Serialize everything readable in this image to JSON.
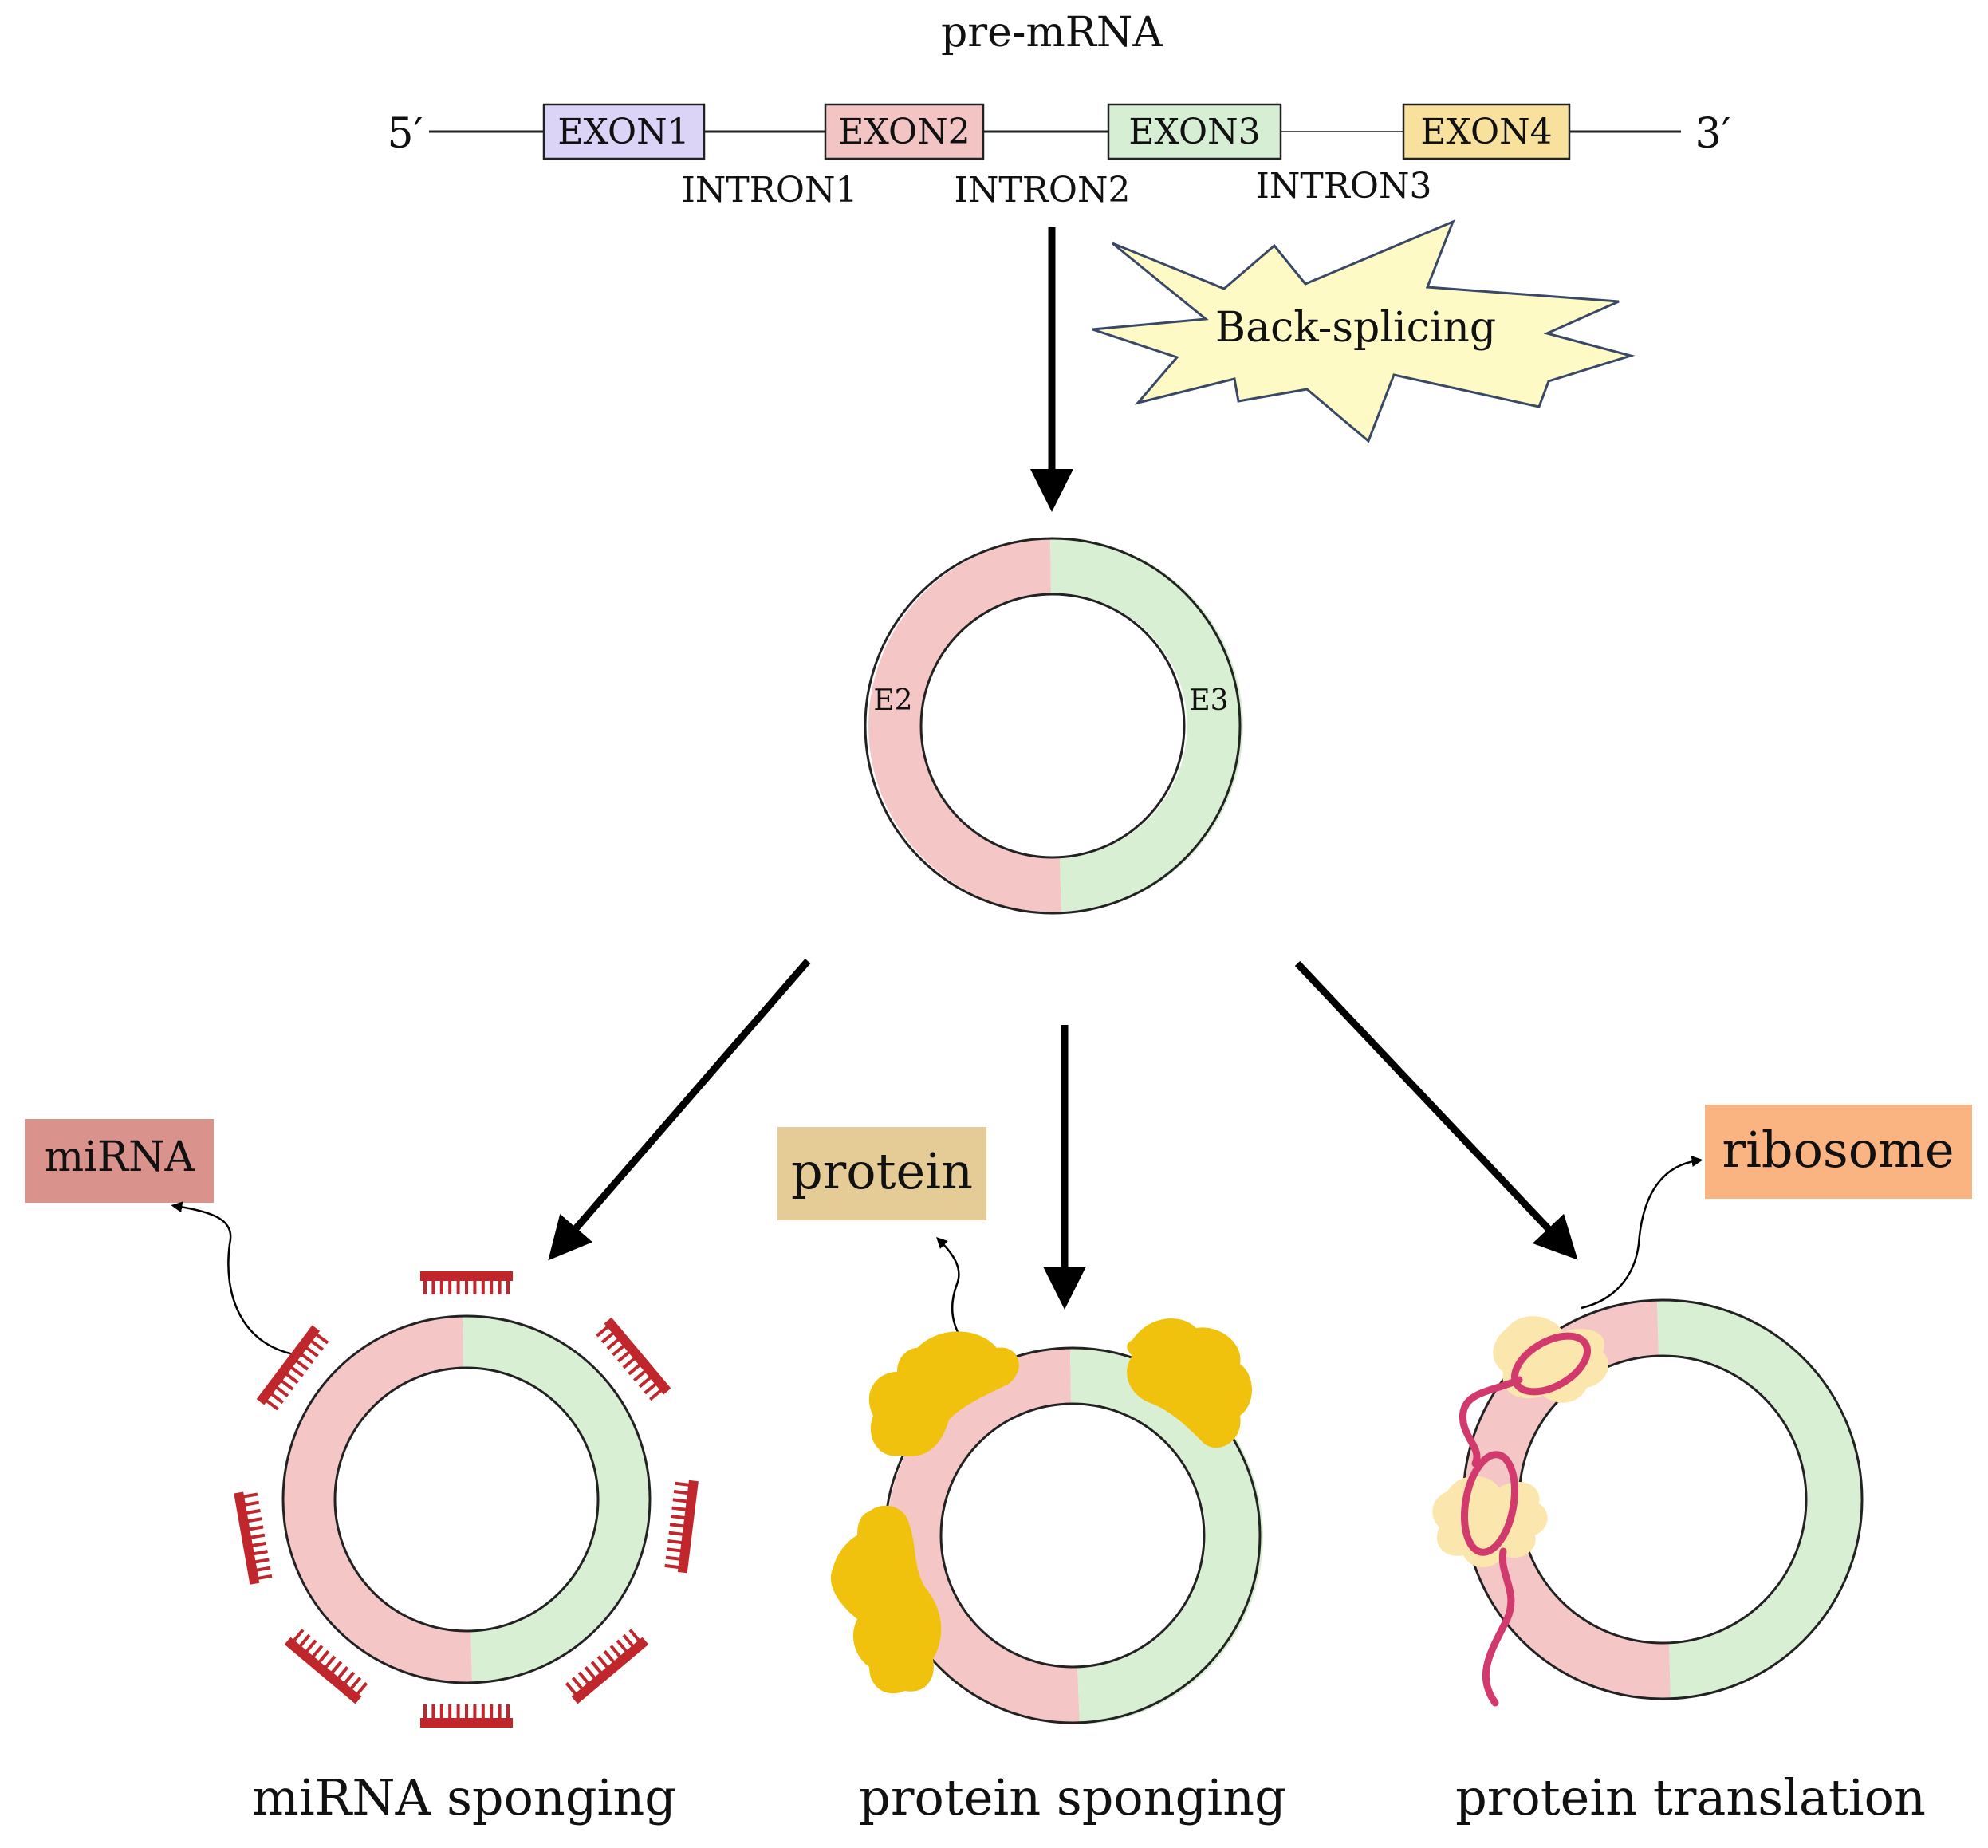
{
  "pre_mrna": {
    "title": "pre-mRNA",
    "five_prime": "5′",
    "three_prime": "3′",
    "exons": [
      {
        "label": "EXON1",
        "color": "#dcd4f7"
      },
      {
        "label": "EXON2",
        "color": "#f2c4c4"
      },
      {
        "label": "EXON3",
        "color": "#d6efd4"
      },
      {
        "label": "EXON4",
        "color": "#f8e19c"
      }
    ],
    "introns": [
      "INTRON1",
      "INTRON2",
      "INTRON3"
    ]
  },
  "process_label": "Back-splicing",
  "circrna": {
    "left_label": "E2",
    "right_label": "E3",
    "left_color": "#f4c6c6",
    "right_color": "#d8efd3"
  },
  "functions": {
    "mirna_sponging": {
      "caption": "miRNA sponging",
      "tag": "miRNA",
      "tag_color": "#d9938c",
      "mirna_color": "#c0272d"
    },
    "protein_sponging": {
      "caption": "protein sponging",
      "tag": "protein",
      "tag_color": "#e5cb96",
      "protein_color": "#f0c20e"
    },
    "protein_translation": {
      "caption": "protein translation",
      "tag": "ribosome",
      "tag_color": "#f9b482",
      "ribosome_color": "#fbe7ae",
      "peptide_color": "#d23a6e"
    }
  },
  "colors": {
    "star_fill": "#fdfac6",
    "star_stroke": "#3a4766"
  }
}
